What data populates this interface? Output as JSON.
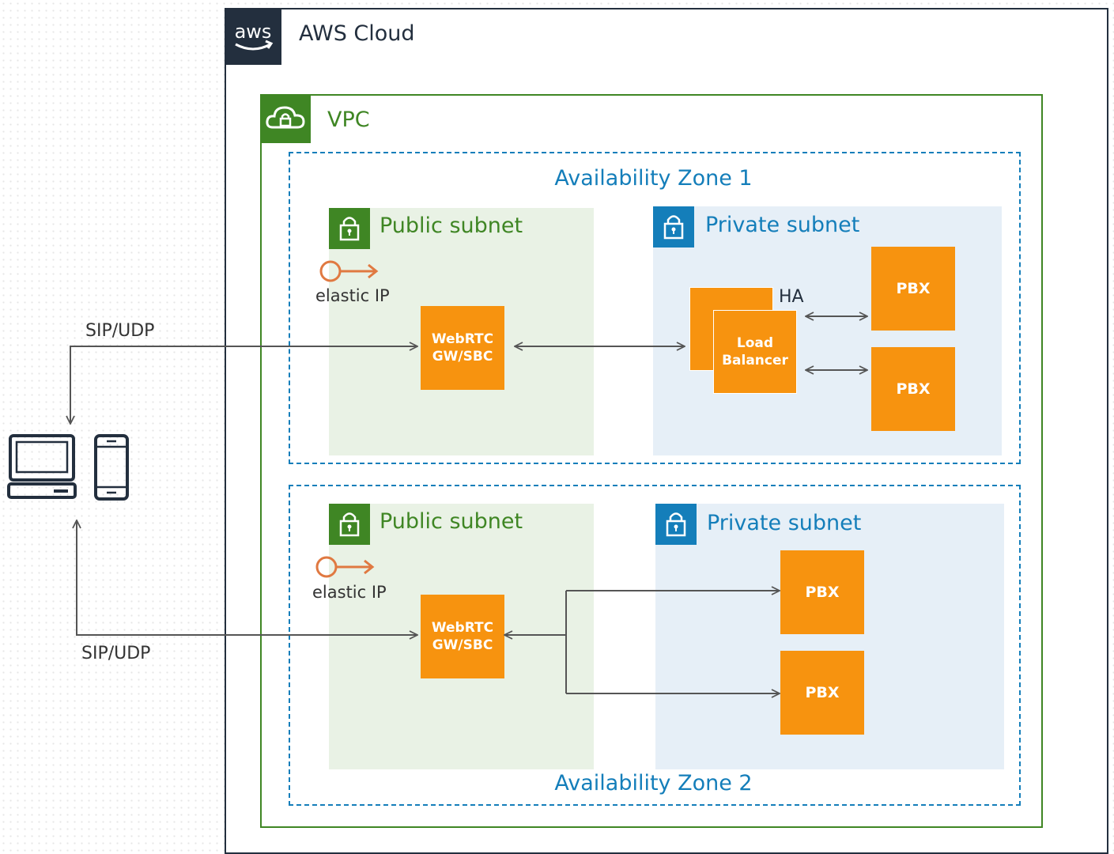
{
  "cloud": {
    "title": "AWS Cloud",
    "logo_text": "aws"
  },
  "vpc": {
    "title": "VPC"
  },
  "zones": [
    {
      "title": "Availability Zone 1",
      "public_subnet": {
        "title": "Public subnet",
        "elastic_ip": "elastic IP",
        "gateway": "WebRTC\nGW/SBC"
      },
      "private_subnet": {
        "title": "Private subnet",
        "load_balancer": "Load\nBalancer",
        "ha_label": "HA",
        "pbx": [
          "PBX",
          "PBX"
        ]
      }
    },
    {
      "title": "Availability Zone 2",
      "public_subnet": {
        "title": "Public subnet",
        "elastic_ip": "elastic IP",
        "gateway": "WebRTC\nGW/SBC"
      },
      "private_subnet": {
        "title": "Private subnet",
        "pbx": [
          "PBX",
          "PBX"
        ]
      }
    }
  ],
  "client": {
    "devices": [
      "laptop-icon",
      "mobile-phone-icon"
    ]
  },
  "connections": [
    {
      "label": "SIP/UDP",
      "from": "client",
      "to": "zones.0.public_subnet.gateway"
    },
    {
      "label": "SIP/UDP",
      "from": "client",
      "to": "zones.1.public_subnet.gateway"
    }
  ],
  "colors": {
    "aws_dark": "#232f3e",
    "vpc_green": "#3f8624",
    "az_blue": "#147eba",
    "compute_orange": "#f7930f",
    "public_bg": "#e9f2e5",
    "private_bg": "#e6eff7",
    "elastic_ip_orange": "#e07941"
  }
}
